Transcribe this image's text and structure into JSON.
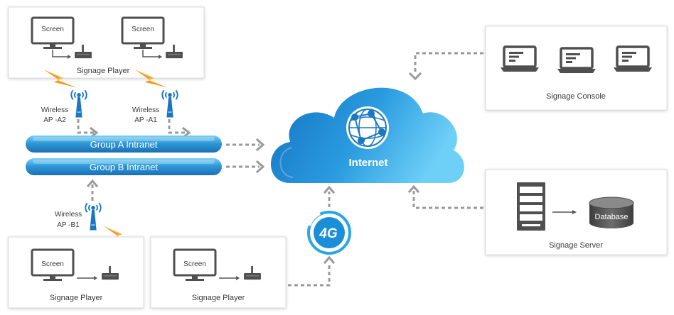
{
  "players": {
    "top": {
      "label": "Signage Player",
      "screen_a": "Screen",
      "screen_b": "Screen"
    },
    "bottom_left": {
      "label": "Signage Player",
      "screen": "Screen"
    },
    "bottom_right": {
      "label": "Signage Player",
      "screen": "Screen"
    }
  },
  "access_points": {
    "a2": {
      "line1": "Wireless",
      "line2": "AP -A2"
    },
    "a1": {
      "line1": "Wireless",
      "line2": "AP -A1"
    },
    "b1": {
      "line1": "Wireless",
      "line2": "AP -B1"
    }
  },
  "intranets": {
    "group_a": "Group A Intranet",
    "group_b": "Group B Intranet"
  },
  "cloud": {
    "label": "Internet"
  },
  "cellular": {
    "label": "4G"
  },
  "console": {
    "label": "Signage Console"
  },
  "server": {
    "label": "Signage Server",
    "database": "Database"
  },
  "colors": {
    "panel_border": "#d9d9d9",
    "device_gray": "#555555",
    "connector_gray": "#9a9a9a",
    "cloud_blue_light": "#5bc8f5",
    "cloud_blue_dark": "#1a78c2",
    "bar_blue": "#2f9ad8",
    "signal_orange": "#f08c1e",
    "antenna_blue": "#1a78c2"
  },
  "icons": [
    "screen-icon",
    "router-icon",
    "laptop-icon",
    "server-rack-icon",
    "database-icon",
    "globe-icon",
    "antenna-icon",
    "lightning-icon",
    "arrow-icon"
  ]
}
